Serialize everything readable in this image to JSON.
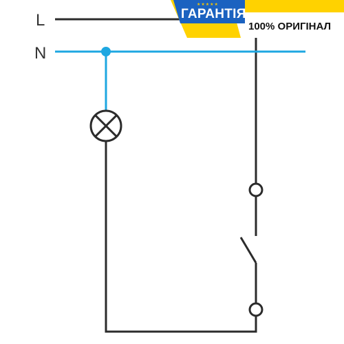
{
  "labels": {
    "line": "L",
    "neutral": "N"
  },
  "badge": {
    "title": "ГАРАНТІЯ",
    "stars": "★★★★★",
    "subtitle": "100% ОРИГІНАЛ"
  },
  "colors": {
    "line_wire": "#2b2b2b",
    "neutral_wire": "#1ea7e1",
    "badge_blue": "#1b62c0",
    "badge_yellow": "#ffd200",
    "badge_stars": "#f5c400"
  },
  "icons": {
    "lamp": "lamp-icon",
    "switch": "switch-icon"
  }
}
